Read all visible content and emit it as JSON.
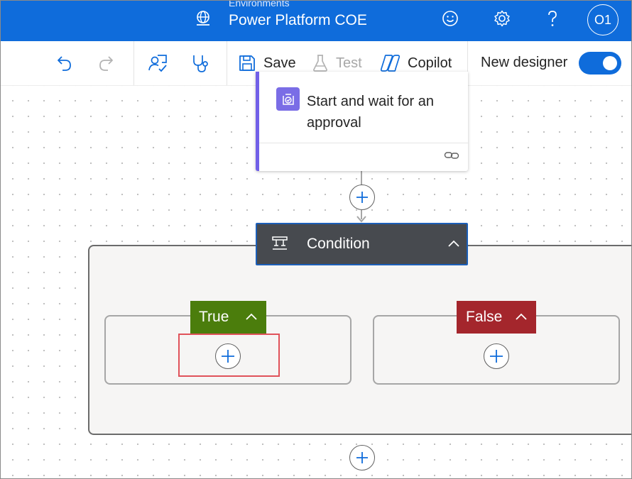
{
  "header": {
    "environment_label": "Environments",
    "environment_name": "Power Platform COE",
    "icons": [
      "globe-icon",
      "smiley-icon",
      "settings-icon",
      "help-icon"
    ],
    "avatar_initials": "O1",
    "background_color": "#0f6cdb"
  },
  "toolbar": {
    "undo_icon": "undo-icon",
    "redo_icon": "redo-icon",
    "flow_checker_icon": "flow-checker-icon",
    "health_icon": "stethoscope-icon",
    "save_label": "Save",
    "test_label": "Test",
    "copilot_label": "Copilot",
    "new_designer_label": "New designer",
    "new_designer_enabled": true
  },
  "canvas": {
    "approval_action": {
      "title": "Start and wait for an approval",
      "accent_color": "#7160e8"
    },
    "condition": {
      "title": "Condition",
      "branches": {
        "true_label": "True",
        "true_color": "#4b7d0c",
        "false_label": "False",
        "false_color": "#a4262c"
      }
    }
  }
}
